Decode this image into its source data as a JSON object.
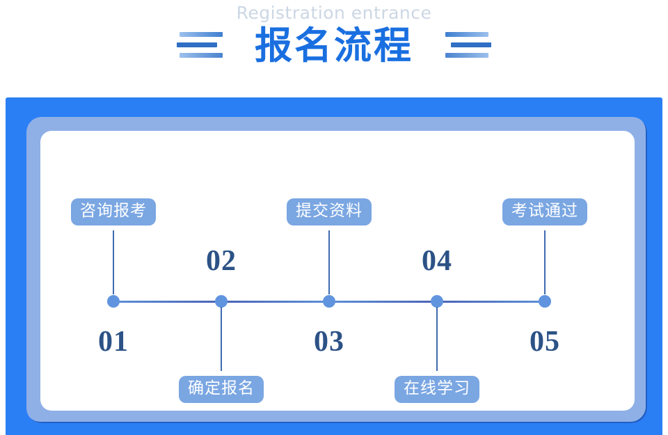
{
  "header": {
    "subtitle": "Registration entrance",
    "title": "报名流程",
    "decoration_left": "triple-line-left",
    "decoration_right": "triple-line-right"
  },
  "colors": {
    "frame_outer": "#2b7ff5",
    "frame_mid": "#8fb0e6",
    "card": "#ffffff",
    "pill": "#7aa6e2",
    "dot": "#6094df",
    "track": "#5b8fd6",
    "number": "#2c5286",
    "title": "#1a6fe0",
    "subtitle": "#ccd7e4"
  },
  "timeline": {
    "steps": [
      {
        "number": "01",
        "label": "咨询报考",
        "label_position": "above",
        "number_position": "below"
      },
      {
        "number": "02",
        "label": "确定报名",
        "label_position": "below",
        "number_position": "above"
      },
      {
        "number": "03",
        "label": "提交资料",
        "label_position": "above",
        "number_position": "below"
      },
      {
        "number": "04",
        "label": "在线学习",
        "label_position": "below",
        "number_position": "above"
      },
      {
        "number": "05",
        "label": "考试通过",
        "label_position": "above",
        "number_position": "below"
      }
    ]
  }
}
